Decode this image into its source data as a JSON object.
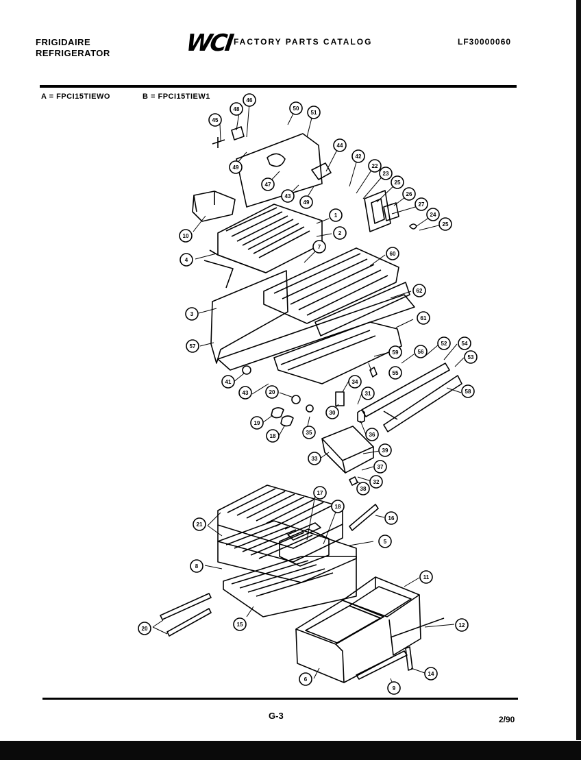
{
  "header": {
    "brand_line1": "FRIGIDAIRE",
    "brand_line2": "REFRIGERATOR",
    "logo": "WCI",
    "catalog_title": "FACTORY PARTS CATALOG",
    "catalog_code": "LF30000060"
  },
  "models": {
    "a": "A = FPCI15TIEWO",
    "b": "B = FPCI15TIEW1"
  },
  "footer": {
    "page": "G-3",
    "date": "2/90"
  },
  "callouts": [
    {
      "label": "45"
    },
    {
      "label": "48"
    },
    {
      "label": "46"
    },
    {
      "label": "50"
    },
    {
      "label": "51"
    },
    {
      "label": "49"
    },
    {
      "label": "47"
    },
    {
      "label": "43"
    },
    {
      "label": "44"
    },
    {
      "label": "49"
    },
    {
      "label": "42"
    },
    {
      "label": "22"
    },
    {
      "label": "23"
    },
    {
      "label": "25"
    },
    {
      "label": "26"
    },
    {
      "label": "27"
    },
    {
      "label": "24"
    },
    {
      "label": "25"
    },
    {
      "label": "10"
    },
    {
      "label": "1"
    },
    {
      "label": "2"
    },
    {
      "label": "4"
    },
    {
      "label": "7"
    },
    {
      "label": "60"
    },
    {
      "label": "62"
    },
    {
      "label": "3"
    },
    {
      "label": "61"
    },
    {
      "label": "57"
    },
    {
      "label": "59"
    },
    {
      "label": "56"
    },
    {
      "label": "52"
    },
    {
      "label": "54"
    },
    {
      "label": "53"
    },
    {
      "label": "58"
    },
    {
      "label": "41"
    },
    {
      "label": "43"
    },
    {
      "label": "20"
    },
    {
      "label": "34"
    },
    {
      "label": "31"
    },
    {
      "label": "55"
    },
    {
      "label": "19"
    },
    {
      "label": "18"
    },
    {
      "label": "35"
    },
    {
      "label": "30"
    },
    {
      "label": "36"
    },
    {
      "label": "33"
    },
    {
      "label": "39"
    },
    {
      "label": "37"
    },
    {
      "label": "38"
    },
    {
      "label": "32"
    },
    {
      "label": "17"
    },
    {
      "label": "18"
    },
    {
      "label": "16"
    },
    {
      "label": "21"
    },
    {
      "label": "5"
    },
    {
      "label": "8"
    },
    {
      "label": "11"
    },
    {
      "label": "20"
    },
    {
      "label": "15"
    },
    {
      "label": "12"
    },
    {
      "label": "14"
    },
    {
      "label": "6"
    },
    {
      "label": "9"
    }
  ]
}
